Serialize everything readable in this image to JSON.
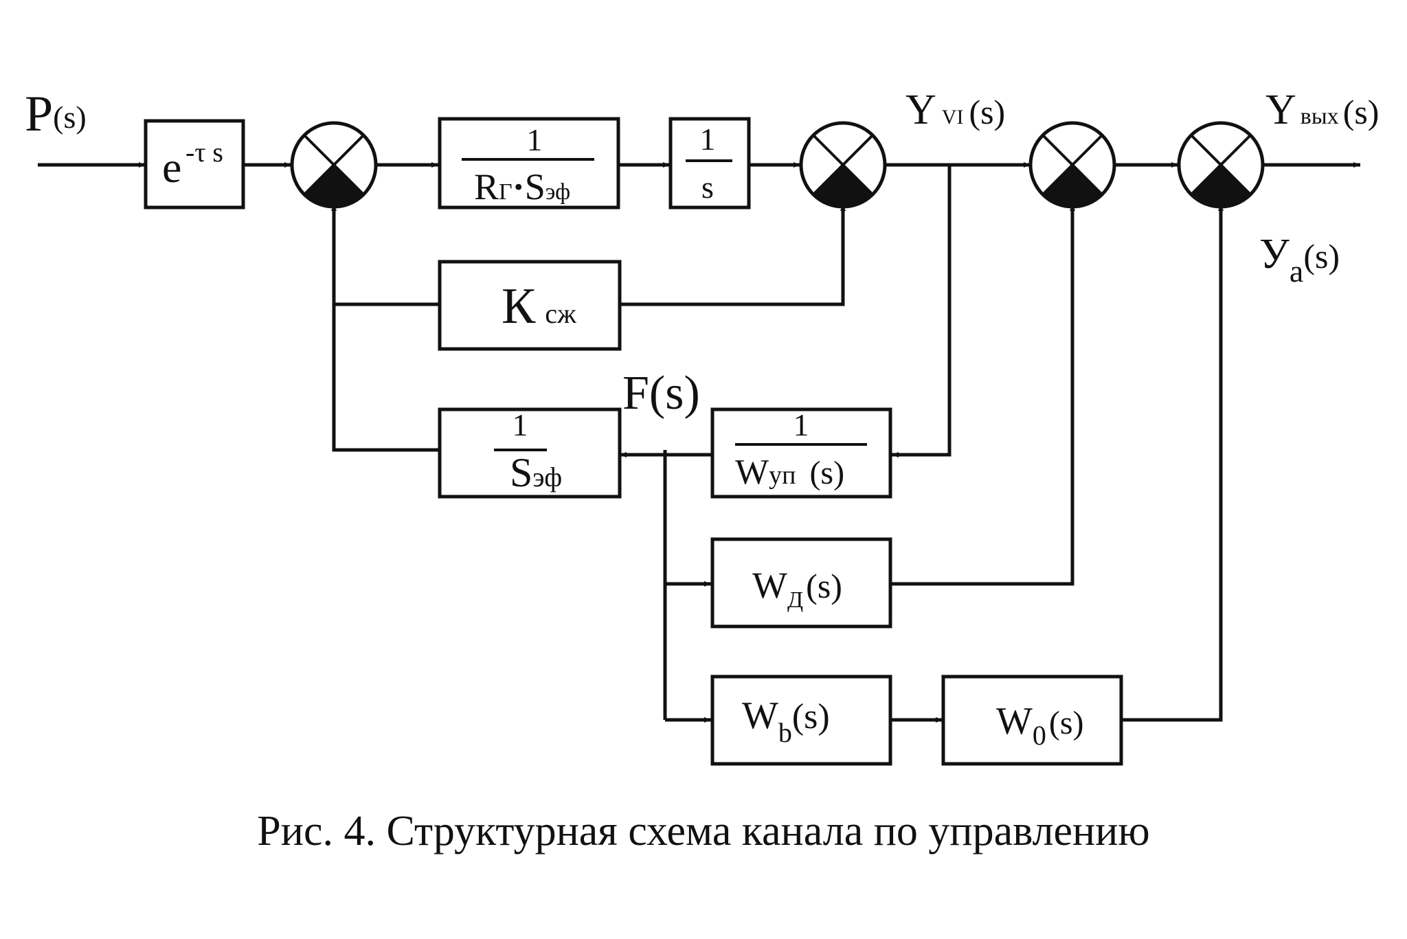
{
  "caption": "Рис. 4. Структурная схема канала по управлению",
  "signals": {
    "input_main": "P",
    "input_arg": "(s)",
    "y_vi_main": "Y",
    "y_vi_sub": "VI",
    "y_vi_arg": "(s)",
    "y_out_main": "Y",
    "y_out_sub": "вых",
    "y_out_arg": "(s)",
    "y_a_main": "У",
    "y_a_sub": "a",
    "y_a_arg": "(s)",
    "f": "F(s)"
  },
  "blocks": {
    "delay": {
      "base": "e",
      "exp": "-τ s"
    },
    "inv_rs": {
      "num": "1",
      "den_r": "R",
      "den_r_sub": "Г",
      "den_dot": "·",
      "den_s": "S",
      "den_s_sub": "эф"
    },
    "integrator": {
      "num": "1",
      "den": "s"
    },
    "k_szh": {
      "main": "К",
      "sub": "сж"
    },
    "inv_s": {
      "num": "1",
      "den_main": "S",
      "den_sub": "эф"
    },
    "inv_wup": {
      "num": "1",
      "den_main": "W",
      "den_sub": "уп",
      "den_arg": "(s)"
    },
    "w_d": {
      "main": "W",
      "sub": "Д",
      "arg": "(s)"
    },
    "w_b": {
      "main": "W",
      "sub": "b",
      "arg": "(s)"
    },
    "w_0": {
      "main": "W",
      "sub": "0",
      "arg": "(s)"
    }
  }
}
